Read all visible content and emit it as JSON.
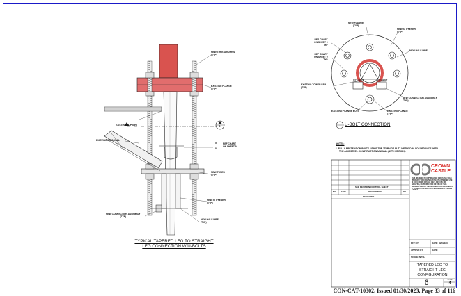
{
  "drawing": {
    "left_title_line1": "TYPICAL TAPERED LEG TO STRAIGHT",
    "left_title_line2": "LEG CONNECTION W/U-BOLTS",
    "right_title": "U-BOLT CONNECTION",
    "left_labels": {
      "threaded_rod": "NEW THREADED ROD\n(TYP)",
      "existing_flange": "EXISTING FLANGE\n(TYP)",
      "existing_top_girt": "EXISTING TOP GIRT",
      "existing_diagonal": "EXISTING DIAGONAL",
      "ref_chart_1": "REF CHART\nON SHEET 9",
      "new_tuned": "NEW TUNED\n(TYP)",
      "new_stiffener": "NEW STIFFENER\n(TYP)",
      "new_conn_assembly": "NEW CONNECTION ASSEMBLY\n(TYP)",
      "new_half_pipe": "NEW HALF PIPE\n(TYP)",
      "detail_ref_top": "5",
      "detail_ref_bottom": "8"
    },
    "right_labels": {
      "new_flange": "NEW FLANGE\n(TYP)",
      "new_stiffener": "NEW STIFFENER\n(TYP)",
      "ref_chart_a": "REF CHART\nON SHEET 9\nTYP",
      "ref_chart_b": "REF CHART\nON SHEET 9\nTYP",
      "new_half_pipe": "NEW HALF PIPE",
      "existing_tower_leg": "EXISTING TOWER LEG\n(TYP)",
      "new_conn_assembly": "NEW CONNECTION ASSEMBLY\n(TYP)",
      "existing_flange_bolt": "EXISTING FLANGE BOLT",
      "existing_flange": "EXISTING FLANGE\n(TYP)",
      "u_bolt_a": "3/4\" U-BOLT",
      "u_bolt_b": "3/4\" U-BOLT"
    },
    "detail_bubble": "B"
  },
  "notes": {
    "heading": "NOTES:",
    "note1": "1.  FULLY PRETENSION BOLTS USING THE \"TURN OF NUT\" METHOD IN ACCORDANCE WITH",
    "note1b": "THE AISC STEEL CONSTRUCTION MANUAL (15TH EDITION)."
  },
  "title_block": {
    "revision_header": "SEE REVISION CONTROL SHEET",
    "col_no": "NO.",
    "col_date": "DATE",
    "col_desc": "DESCRIPTION",
    "col_by": "BY",
    "revisions": "REVISIONS",
    "company_line1": "CROWN",
    "company_line2": "CASTLE",
    "disclaimer": "THIS DRAWING IS COPYRIGHTED AND IS THE SOLE PROPERTY OF CROWN CASTLE. ITS INTENDED USE IS FOR CROWN CASTLE ONLY. ANY USE OR ANALYSIS, REPRODUCTION OR USE OF THIS DRAWING AND/OR THE INFORMATION CONTAINED IN IT WITHOUT THE WRITTEN PERMISSION OF CROWN CASTLE.",
    "dft_by": "DFT BY:",
    "date_label": "DATE:",
    "date_value": "9/6/2023",
    "apprvd_by": "APPRVD BY:",
    "date2_label": "DATE:",
    "scale": "SCALE: N.T.S.",
    "drawing_title_1": "TAPERED LEG TO",
    "drawing_title_2": "STRAIGHT LEG",
    "drawing_title_3": "CONFIGURATION",
    "sheet_number": "6",
    "total_label": "TOTAL",
    "total_sheets": "4"
  },
  "footer": "CON-CAT-10302, Issued 01/30/2023, Page 33 of 116"
}
